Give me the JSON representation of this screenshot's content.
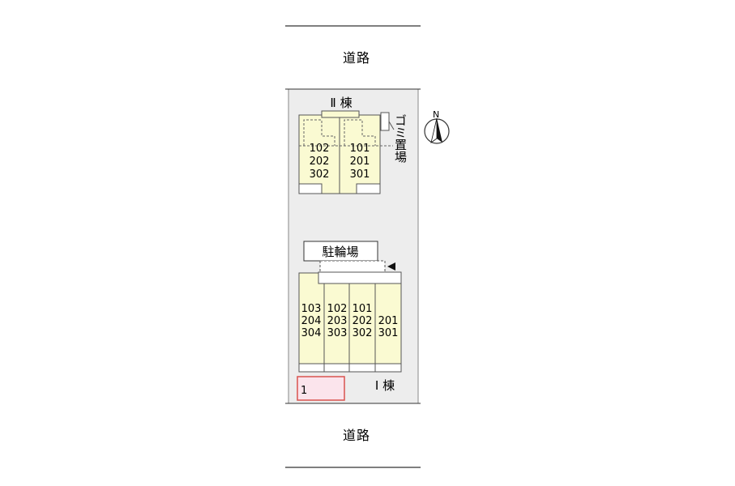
{
  "roads": {
    "top": "道路",
    "bottom": "道路"
  },
  "compass": {
    "letter": "N"
  },
  "building2": {
    "label": "Ⅱ 棟",
    "units": [
      [
        "102",
        "202",
        "302"
      ],
      [
        "101",
        "201",
        "301"
      ]
    ]
  },
  "garbage": {
    "label": "ゴミ置場"
  },
  "bicycle": {
    "label": "駐輪場"
  },
  "building1": {
    "label": "Ⅰ 棟",
    "units": [
      [
        "103",
        "204",
        "304"
      ],
      [
        "102",
        "203",
        "303"
      ],
      [
        "101",
        "202",
        "302"
      ],
      [
        "201",
        "301"
      ]
    ]
  },
  "parking": [
    {
      "number": "1",
      "color": "#fbe4ec",
      "border": "#d9534f"
    }
  ],
  "colors": {
    "building": "#fafad2",
    "outline": "#555555"
  }
}
